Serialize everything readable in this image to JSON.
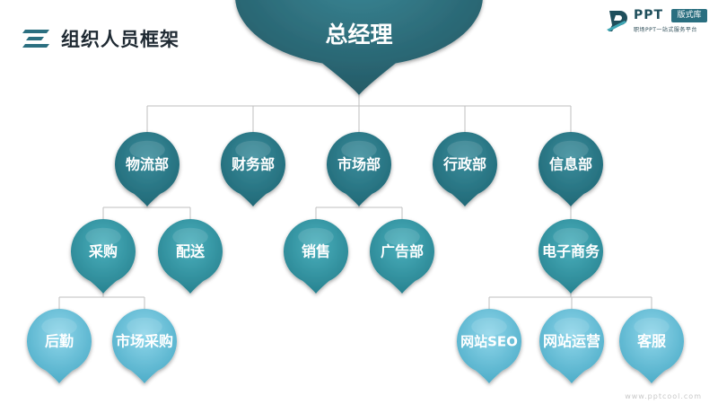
{
  "header": {
    "title": "组织人员框架"
  },
  "logo": {
    "brand": "PPT",
    "badge": "版式库",
    "slogan": "职场PPT一站式服务平台"
  },
  "watermark": "www.pptcool.com",
  "colors": {
    "root": "#2c6b79",
    "level1": "#2a7888",
    "level2": "#3599a8",
    "level3": "#5fbdd6",
    "connector": "#bfbfbf",
    "title_icon": "#2b6f80"
  },
  "org_chart": {
    "root": {
      "id": "ceo",
      "label": "总经理",
      "children": [
        {
          "id": "logistics",
          "label": "物流部",
          "children": [
            {
              "id": "purchasing",
              "label": "采购",
              "children": [
                {
                  "id": "logistics-support",
                  "label": "后勤"
                },
                {
                  "id": "market-purchasing",
                  "label": "市场采购"
                }
              ]
            },
            {
              "id": "delivery",
              "label": "配送"
            }
          ]
        },
        {
          "id": "finance",
          "label": "财务部"
        },
        {
          "id": "marketing",
          "label": "市场部",
          "children": [
            {
              "id": "sales",
              "label": "销售"
            },
            {
              "id": "advertising",
              "label": "广告部"
            }
          ]
        },
        {
          "id": "administration",
          "label": "行政部"
        },
        {
          "id": "information",
          "label": "信息部",
          "children": [
            {
              "id": "ecommerce",
              "label": "电子商务",
              "children": [
                {
                  "id": "web-seo",
                  "label": "网站SEO"
                },
                {
                  "id": "web-operations",
                  "label": "网站运营"
                },
                {
                  "id": "customer-service",
                  "label": "客服"
                }
              ]
            }
          ]
        }
      ]
    }
  }
}
